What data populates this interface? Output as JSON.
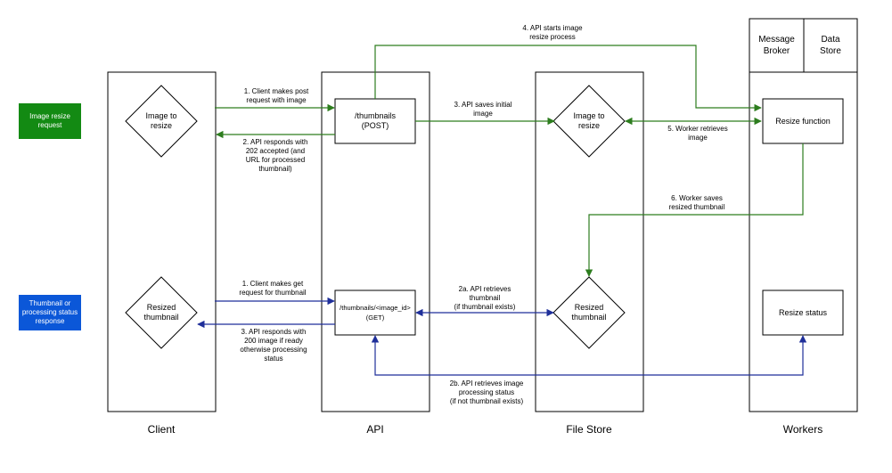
{
  "lanes": {
    "client": "Client",
    "api": "API",
    "file_store": "File Store",
    "workers": "Workers"
  },
  "headers": {
    "message_broker": "Message\nBroker",
    "data_store": "Data\nStore"
  },
  "triggers": {
    "image_resize_request": "Image resize\nrequest",
    "thumbnail_response": "Thumbnail or\nprocessing status\nresponse"
  },
  "nodes": {
    "client_image": "Image to\nresize",
    "client_thumbnail": "Resized\nthumbnail",
    "api_post": "/thumbnails\n(POST)",
    "api_get": "/thumbnails/<image_id>\n(GET)",
    "store_image": "Image to\nresize",
    "store_thumbnail": "Resized\nthumbnail",
    "resize_function": "Resize function",
    "resize_status": "Resize status"
  },
  "labels": {
    "post_request": "1. Client makes post\nrequest with image",
    "post_response": "2. API responds with\n202 accepted (and\nURL for processed\nthumbnail)",
    "save_image": "3. API saves initial\nimage",
    "start_resize": "4. API starts image\nresize process",
    "retrieve_image": "5. Worker retrieves\nimage",
    "save_thumbnail": "6. Worker saves\nresized thumbnail",
    "get_request": "1. Client makes get\nrequest for thumbnail",
    "retrieve_thumbnail": "2a. API retrieves\nthumbnail\n(if thumbnail exists)",
    "get_response": "3. API responds with\n200 image if ready\notherwise processing\nstatus",
    "retrieve_status": "2b. API retrieves image\nprocessing status\n(if not thumbnail exists)"
  },
  "colors": {
    "green_flow": "#2d7d1e",
    "blue_flow": "#1f2f9a",
    "green_badge": "#138a13",
    "blue_badge": "#0b57d8",
    "lane_border": "#000000"
  }
}
